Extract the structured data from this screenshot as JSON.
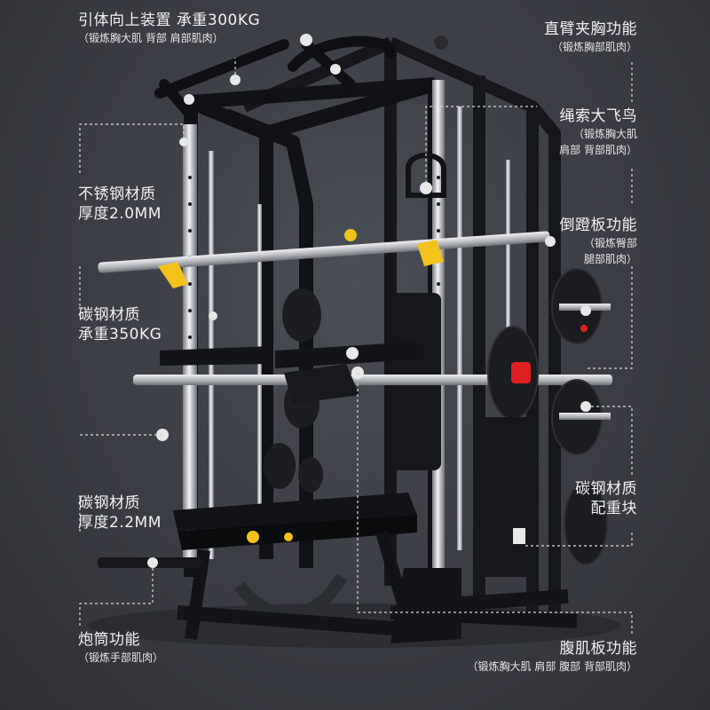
{
  "colors": {
    "background": "#3c3f45",
    "frame": "#15171b",
    "steel": "#c9ccd0",
    "accent_yellow": "#f2c21a",
    "accent_red": "#e02020",
    "text": "#f2f2f2"
  },
  "annotations": {
    "pullup": {
      "title": "引体向上装置  承重300KG",
      "sub": "（锻炼胸大肌 背部 肩部肌肉）"
    },
    "stainless": {
      "title": "不锈钢材质",
      "sub": "厚度2.0MM"
    },
    "carbon_frame": {
      "title": "碳钢材质",
      "sub": "承重350KG"
    },
    "carbon_thick": {
      "title": "碳钢材质",
      "sub": "厚度2.2MM"
    },
    "landmine": {
      "title": "炮筒功能",
      "sub": "（锻炼手部肌肉）"
    },
    "chest_fly": {
      "title": "直臂夹胸功能",
      "sub": "（锻炼胸部肌肉）"
    },
    "cable_fly": {
      "title": "绳索大飞鸟",
      "sub1": "（锻炼胸大肌",
      "sub2": "肩部 背部肌肉）"
    },
    "pedal": {
      "title": "倒蹬板功能",
      "sub1": "（锻炼臀部",
      "sub2": "腿部肌肉）"
    },
    "weight_stack": {
      "title": "碳钢材质",
      "sub": "配重块"
    },
    "ab_board": {
      "title": "腹肌板功能",
      "sub": "（锻炼胸大肌 肩部 腹部 背部肌肉）"
    }
  }
}
